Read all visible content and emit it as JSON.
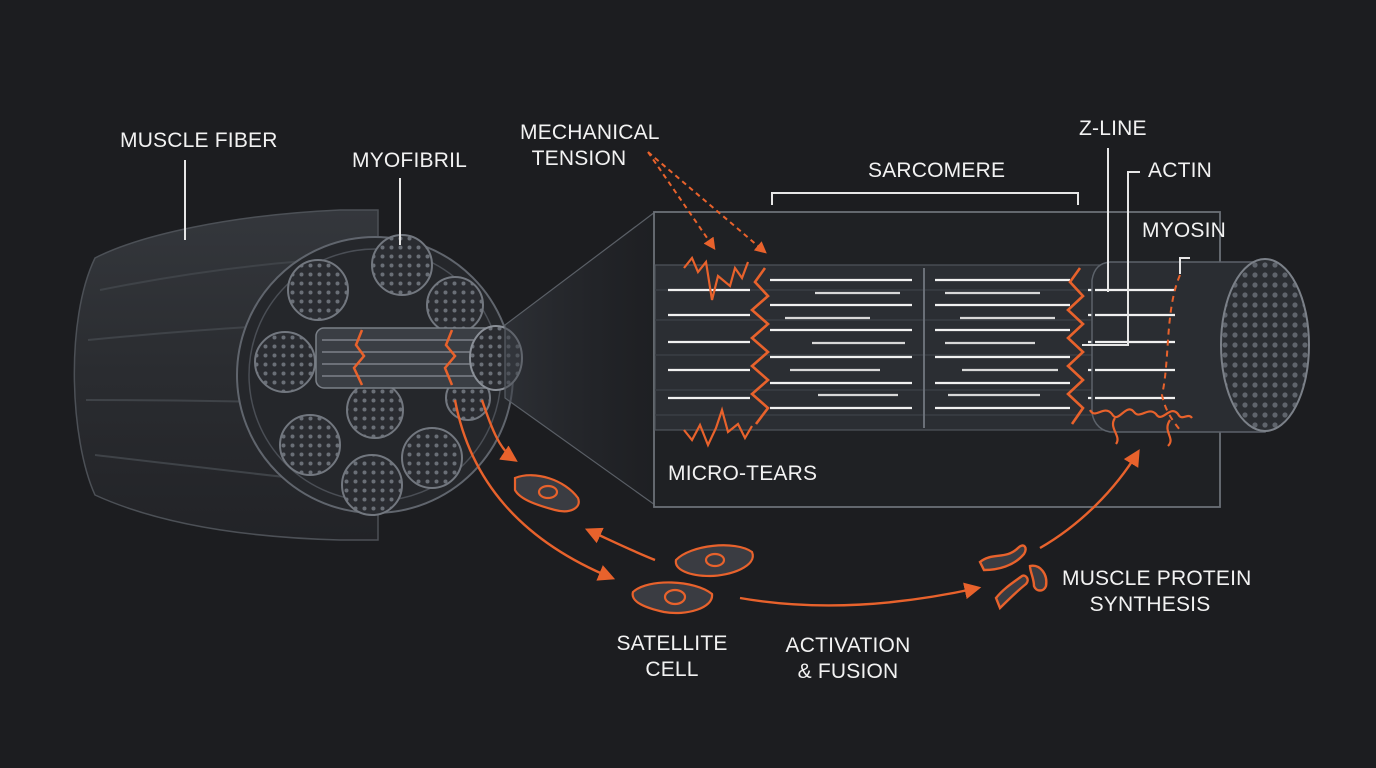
{
  "labels": {
    "muscle_fiber": "MUSCLE FIBER",
    "myofibril": "MYOFIBRIL",
    "mechanical_tension": [
      "MECHANICAL",
      "TENSION"
    ],
    "sarcomere": "SARCOMERE",
    "z_line": "Z-LINE",
    "actin": "ACTIN",
    "myosin": "MYOSIN",
    "micro_tears": "MICRO-TEARS",
    "satellite_cell": [
      "SATELLITE",
      "CELL"
    ],
    "activation_fusion": [
      "ACTIVATION",
      "& FUSION"
    ],
    "protein_synthesis": [
      "MUSCLE PROTEIN",
      "SYNTHESIS"
    ]
  },
  "colors": {
    "background": "#1c1d20",
    "accent": "#e8622c",
    "label_text": "#f2f2f2",
    "leader_line": "#e6e6e6",
    "structure_fill": "#2e3136",
    "structure_stroke": "#5c626a"
  }
}
